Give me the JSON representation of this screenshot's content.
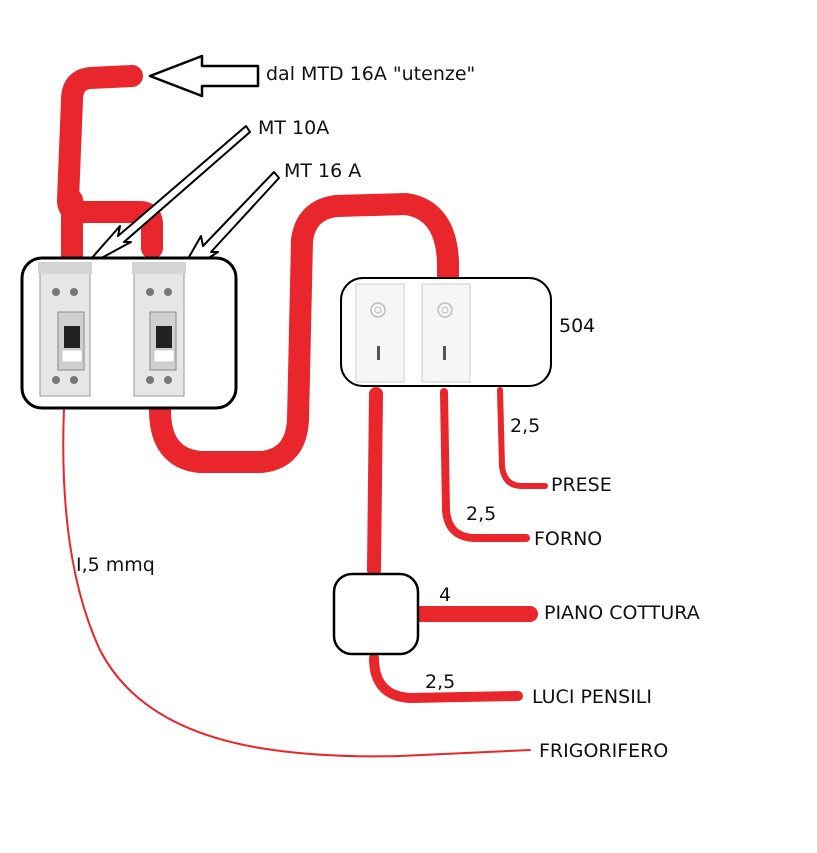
{
  "labels": {
    "source": "dal MTD 16A \"utenze\"",
    "mt10": "MT 10A",
    "mt16": "MT 16 A",
    "box504": "504",
    "prese_gauge": "2,5",
    "prese": "PRESE",
    "forno_gauge": "2,5",
    "forno": "FORNO",
    "piano_gauge": "4",
    "piano": "PIANO COTTURA",
    "luci_gauge": "2,5",
    "luci": "LUCI PENSILI",
    "frigo_gauge": "I,5 mmq",
    "frigo": "FRIGORIFERO"
  },
  "colors": {
    "wire": "#e8262b",
    "outline": "#000000",
    "breaker_body": "#e6e6e6"
  }
}
